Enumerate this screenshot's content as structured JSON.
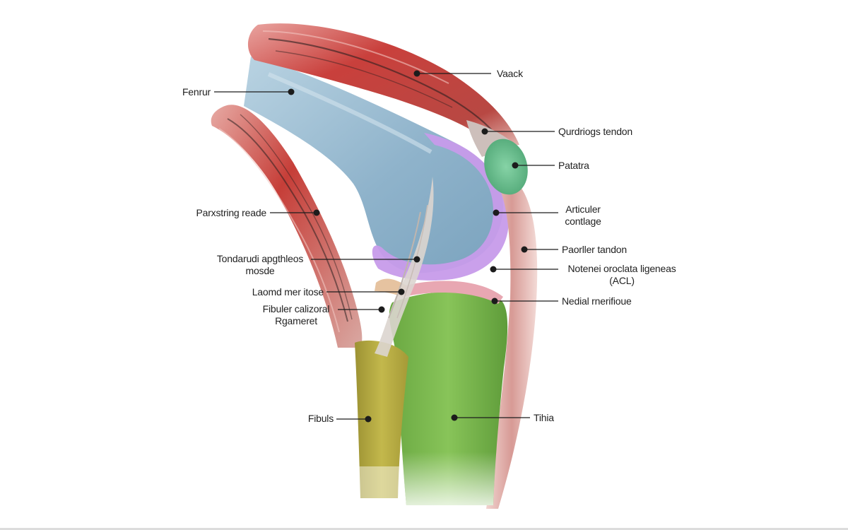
{
  "diagram": {
    "labels": {
      "vasus": "Vaack",
      "femur": "Fenrur",
      "quadriceps_tendon": "Qurdriogs tendon",
      "patella": "Patatra",
      "articular_cartilage": [
        "Articuler",
        "contlage"
      ],
      "hamstring": "Parxstring reade",
      "patellar_tendon": "Paorller tandon",
      "tendon_popliteus": [
        "Tondarudi apgthleos",
        "mosde"
      ],
      "acl": [
        "Notenei oroclata ligeneas",
        "(ACL)"
      ],
      "lateral_meniscus": "Laomd mer itose",
      "medial_meniscus": "Nedial rnerifioue",
      "fibular_ligament": [
        "Fibuler calizoral",
        "Rgameret"
      ],
      "fibula": "Fibuls",
      "tibia": "Tihia"
    },
    "colors": {
      "muscle": "#c84a48",
      "muscle_dark": "#2b2020",
      "femur": "#8fb5cd",
      "cartilage": "#c79bea",
      "patella": "#6fbf92",
      "tibia": "#7fbf4f",
      "fibula": "#b8ad44",
      "meniscus": "#e8a7b2",
      "tendon": "#d7b8b0",
      "ligament": "#d9d3cc",
      "leader": "#1c1c1c"
    }
  }
}
